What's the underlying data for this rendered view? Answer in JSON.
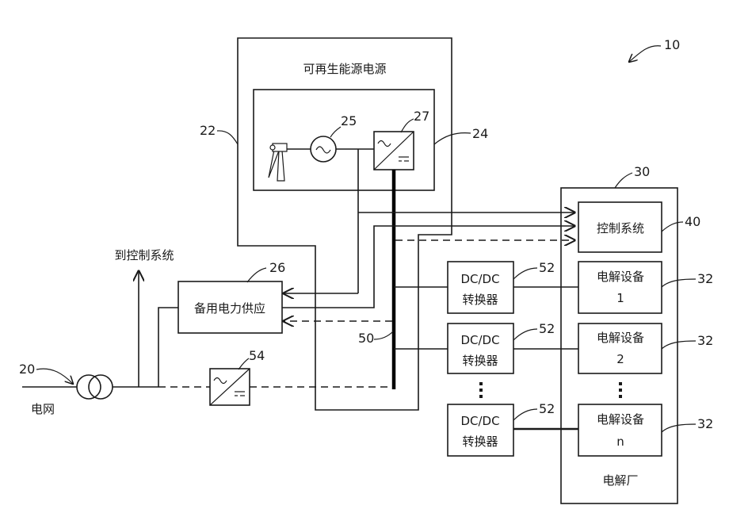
{
  "figure_number": "10",
  "renewable_source": {
    "label": "可再生能源电源",
    "ref": "22",
    "inner_ref": "24",
    "generator_ref": "25",
    "converter_ref": "27"
  },
  "control_system": {
    "label": "控制系统",
    "ref": "40"
  },
  "to_control_system": "到控制系统",
  "backup_power": {
    "label": "备用电力供应",
    "ref": "26"
  },
  "bus_ref": "50",
  "dc_dc": [
    {
      "line1": "DC/DC",
      "line2": "转换器",
      "ref": "52"
    },
    {
      "line1": "DC/DC",
      "line2": "转换器",
      "ref": "52"
    },
    {
      "line1": "DC/DC",
      "line2": "转换器",
      "ref": "52"
    }
  ],
  "electrolysis_units": [
    {
      "label": "电解设备",
      "index": "1",
      "ref": "32"
    },
    {
      "label": "电解设备",
      "index": "2",
      "ref": "32"
    },
    {
      "label": "电解设备",
      "index": "n",
      "ref": "32"
    }
  ],
  "plant": {
    "label": "电解厂",
    "ref": "30"
  },
  "grid": {
    "label": "电网",
    "ref": "20"
  },
  "grid_converter_ref": "54"
}
